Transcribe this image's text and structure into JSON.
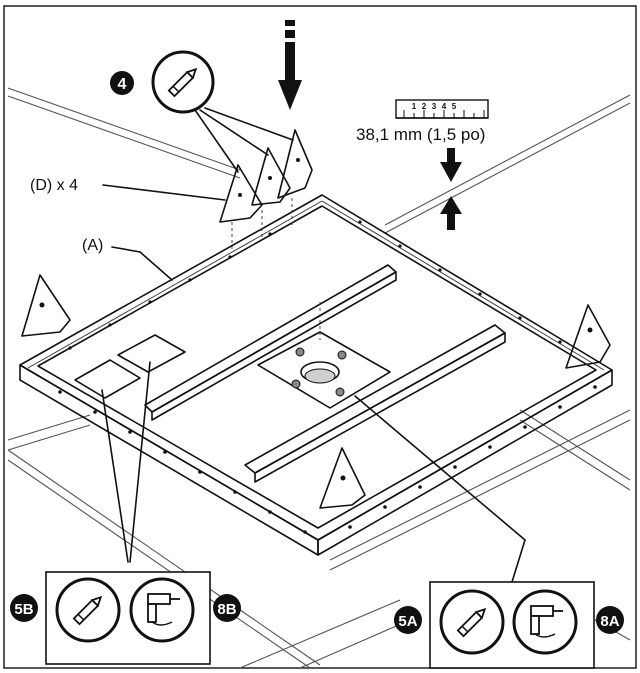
{
  "callouts": {
    "step_top": "4",
    "step_left_a": "5B",
    "step_left_b": "8B",
    "step_right_a": "5A",
    "step_right_b": "8A"
  },
  "labels": {
    "bracket_qty": "(D) x 4",
    "frame": "(A)"
  },
  "measurement": {
    "value": "38,1 mm (1,5 po)",
    "ruler_ticks": [
      "1",
      "2",
      "3",
      "4",
      "5"
    ]
  },
  "icons": {
    "pencil": "pencil-icon",
    "drill": "drill-icon",
    "arrow_down": "arrow-down-icon",
    "arrow_up": "arrow-up-icon"
  },
  "colors": {
    "ink": "#111111",
    "bracket_fill": "#6e6e6e",
    "background": "#ffffff"
  }
}
